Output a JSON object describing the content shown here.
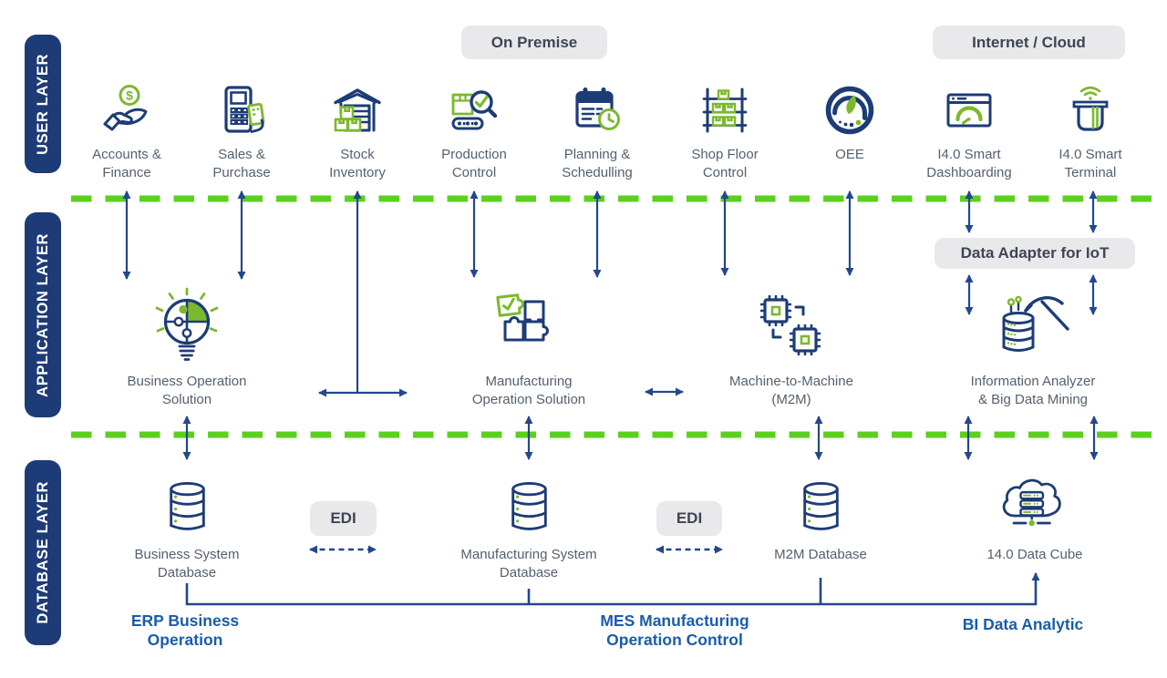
{
  "colors": {
    "navy": "#1d3c77",
    "green": "#7cb82e",
    "dash_green": "#5bd01f",
    "arrow": "#24478c",
    "badge_bg": "#e9e9ec",
    "badge_text": "#3e4554",
    "label_text": "#54606e",
    "bottom_label": "#1a5cab"
  },
  "layer_pills": [
    {
      "label": "USER LAYER"
    },
    {
      "label": "APPLICATION LAYER"
    },
    {
      "label": "DATABASE LAYER"
    }
  ],
  "badges": {
    "on_premise": "On Premise",
    "internet_cloud": "Internet / Cloud",
    "data_adapter_iot": "Data Adapter for IoT",
    "edi_left": "EDI",
    "edi_right": "EDI"
  },
  "user_layer": {
    "items": [
      {
        "label": "Accounts &\nFinance",
        "icon": "hand-coin"
      },
      {
        "label": "Sales &\nPurchase",
        "icon": "pos-terminal"
      },
      {
        "label": "Stock\nInventory",
        "icon": "warehouse"
      },
      {
        "label": "Production\nControl",
        "icon": "inspection-conveyor"
      },
      {
        "label": "Planning &\nSchedulling",
        "icon": "calendar-clock"
      },
      {
        "label": "Shop Floor\nControl",
        "icon": "storage-rack"
      },
      {
        "label": "OEE",
        "icon": "gauge"
      },
      {
        "label": "I4.0 Smart\nDashboarding",
        "icon": "browser-dashboard"
      },
      {
        "label": "I4.0 Smart\nTerminal",
        "icon": "card-reader-wifi"
      }
    ]
  },
  "application_layer": {
    "items": [
      {
        "label": "Business Operation\nSolution",
        "icon": "bulb-puzzle"
      },
      {
        "label": "Manufacturing\nOperation Solution",
        "icon": "puzzle-pieces"
      },
      {
        "label": "Machine-to-Machine\n(M2M)",
        "icon": "m2m-chips"
      },
      {
        "label": "Information Analyzer\n& Big Data Mining",
        "icon": "data-mining"
      }
    ]
  },
  "database_layer": {
    "items": [
      {
        "label": "Business System\nDatabase",
        "icon": "database"
      },
      {
        "label": "Manufacturing System\nDatabase",
        "icon": "database"
      },
      {
        "label": "M2M Database",
        "icon": "database"
      },
      {
        "label": "14.0 Data Cube",
        "icon": "cloud-database"
      }
    ]
  },
  "bottom_groups": [
    {
      "label": "ERP Business\nOperation"
    },
    {
      "label": "MES Manufacturing\nOperation Control"
    },
    {
      "label": "BI Data Analytic"
    }
  ]
}
